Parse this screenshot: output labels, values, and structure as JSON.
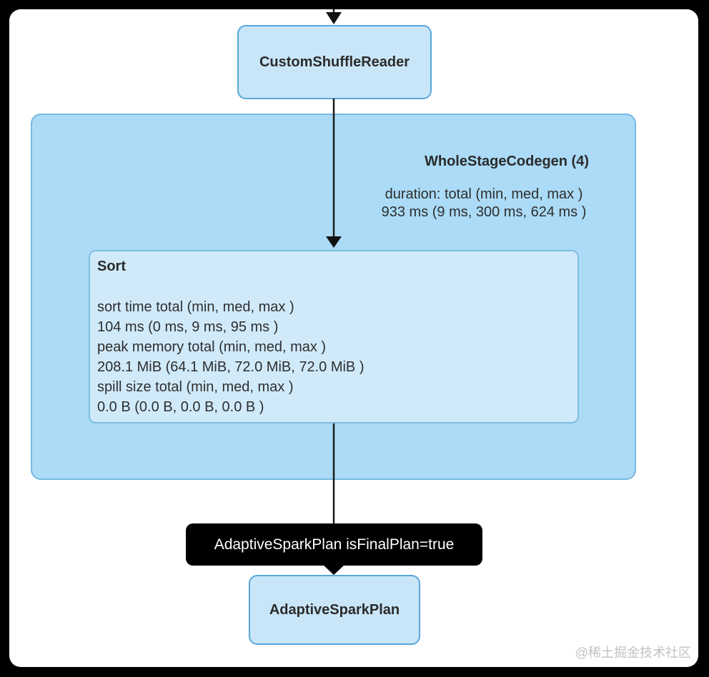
{
  "diagram": {
    "nodes": {
      "custom_shuffle_reader": {
        "title": "CustomShuffleReader"
      },
      "whole_stage_codegen": {
        "title": "WholeStageCodegen (4)",
        "metric_lines": [
          "duration: total (min, med, max )",
          "933 ms (9 ms, 300 ms, 624 ms )"
        ]
      },
      "sort": {
        "title": "Sort",
        "metric_lines": [
          "sort time total (min, med, max )",
          "104 ms (0 ms, 9 ms, 95 ms )",
          "peak memory total (min, med, max )",
          "208.1 MiB (64.1 MiB, 72.0 MiB, 72.0 MiB )",
          "spill size total (min, med, max )",
          "0.0 B (0.0 B, 0.0 B, 0.0 B )"
        ]
      },
      "adaptive_spark_plan": {
        "title": "AdaptiveSparkPlan"
      }
    },
    "tooltip": {
      "text": "AdaptiveSparkPlan isFinalPlan=true"
    },
    "watermark": "@稀土掘金技术社区",
    "colors": {
      "node_fill": "#c9e6f8",
      "node_border": "#58a7da",
      "cluster_fill": "#abdbf6",
      "cluster_border": "#77b9e0",
      "sort_fill": "#d0eafa",
      "sort_border": "#7fbce2",
      "edge": "#1c1c1c",
      "tooltip_bg": "#000000",
      "tooltip_text": "#ffffff",
      "frame_bg": "#000000",
      "page_bg": "#ffffff"
    }
  }
}
